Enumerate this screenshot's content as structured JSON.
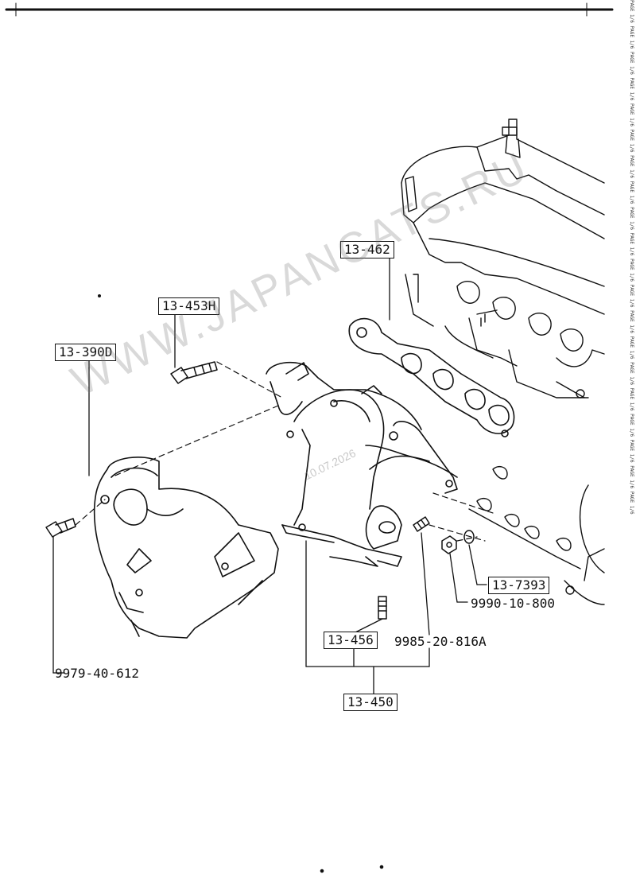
{
  "watermark": "WWW.JAPANCATS.RU",
  "stamp_date": "10.07.2026",
  "edge_strip": "PAGE 1/6 PAGE 1/6 PAGE 1/6 PAGE 1/6 PAGE 1/6 PAGE 1/6 PAGE 1/6 PAGE 1/6 PAGE 1/6 PAGE 1/6 PAGE 1/6 PAGE 1/6 PAGE 1/6 PAGE 1/6 PAGE 1/6 PAGE 1/6 PAGE 1/6 PAGE 1/6 PAGE 1/6 PAGE 1/6",
  "labels": {
    "p13_462": "13-462",
    "p13_453H": "13-453H",
    "p13_390D": "13-390D",
    "p9979_40_612": "9979-40-612",
    "p13_7393": "13-7393",
    "p9990_10_800": "9990-10-800",
    "p13_456": "13-456",
    "p9985_20_816A": "9985-20-816A",
    "p13_450": "13-450"
  }
}
